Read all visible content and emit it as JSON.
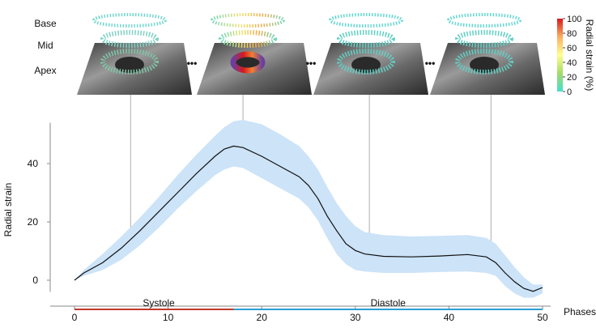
{
  "figure": {
    "levels": [
      "Base",
      "Mid",
      "Apex"
    ],
    "ellipsis": "•••",
    "colorbar": {
      "label": "Radial strain (%)",
      "ticks": [
        100,
        80,
        60,
        40,
        20,
        0
      ],
      "colors": [
        "#d7191c",
        "#fdae61",
        "#ffff8c",
        "#a6d96a",
        "#40e0d0"
      ]
    },
    "phase_bar": {
      "systole_label": "Systole",
      "diastole_label": "Diastole",
      "systole_color": "#c0392b",
      "diastole_color": "#2a9fd6",
      "split_phase": 17
    },
    "band_color": "#cce3f8",
    "line_color": "#111111",
    "guide_color": "#bbbbbb",
    "snapshot_phases": [
      6,
      18,
      31.5,
      44.5
    ]
  },
  "chart_data": {
    "type": "line",
    "title": "",
    "xlabel": "Phases",
    "ylabel": "Radial strain",
    "xlim": [
      0,
      50
    ],
    "ylim": [
      -4,
      56
    ],
    "xticks": [
      0,
      10,
      20,
      30,
      40,
      50
    ],
    "yticks": [
      0,
      20,
      40
    ],
    "grid": false,
    "series": [
      {
        "x": [
          0,
          1,
          3,
          5,
          7,
          9,
          11,
          13,
          15,
          16,
          17,
          18,
          20,
          22,
          24,
          25,
          26,
          27,
          28,
          29,
          30,
          31,
          33,
          36,
          39,
          42,
          44,
          45,
          46,
          47,
          48,
          49,
          50
        ],
        "mean": [
          0,
          2.5,
          6,
          11,
          17,
          23.5,
          30,
          36.5,
          42.5,
          45,
          46,
          45.5,
          42.5,
          39,
          35.5,
          32.5,
          28,
          22,
          17,
          12.5,
          10.2,
          9,
          8.2,
          8,
          8.3,
          8.8,
          8,
          6,
          2.5,
          -0.5,
          -2.8,
          -3.8,
          -2.5
        ],
        "upper": [
          0,
          3.5,
          9,
          15,
          21.5,
          28.5,
          36,
          43,
          49.5,
          52.5,
          54.5,
          55,
          53.5,
          50,
          46,
          42.5,
          38,
          32,
          26.5,
          22,
          18.5,
          16.5,
          15.5,
          15,
          15.2,
          15.5,
          14.5,
          12.5,
          8.5,
          4.5,
          1,
          -1.5,
          -1.5
        ],
        "lower": [
          0,
          1.5,
          3.5,
          7,
          12,
          18,
          24.5,
          30.5,
          36,
          38,
          39,
          38.5,
          35,
          31.5,
          28,
          25,
          20.5,
          14.5,
          9,
          5.5,
          3.5,
          3,
          2.5,
          2.5,
          2.8,
          3,
          2.5,
          1.5,
          -2,
          -4.5,
          -6,
          -6,
          -4.5
        ]
      }
    ]
  }
}
